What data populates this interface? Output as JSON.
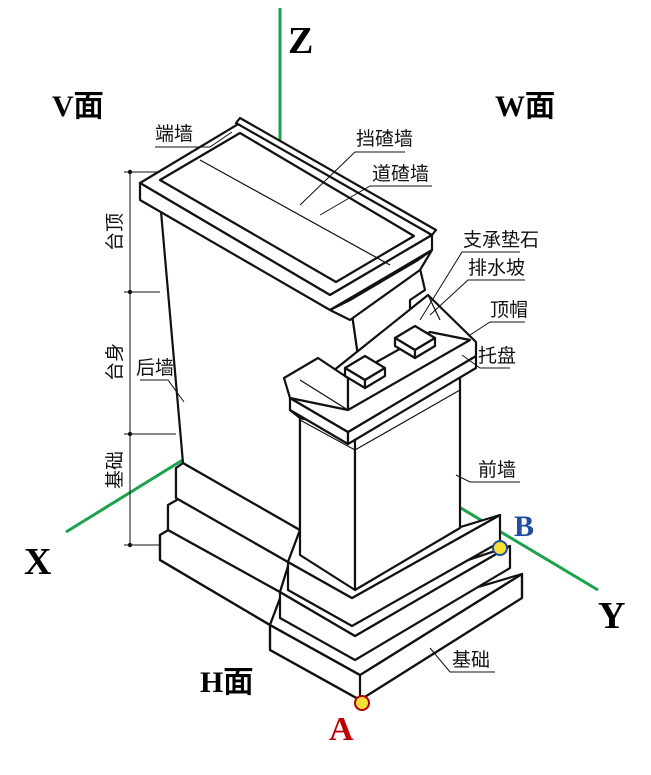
{
  "axes": {
    "z": "Z",
    "x": "X",
    "y": "Y",
    "color": "#1aa34a"
  },
  "planes": {
    "v": "V面",
    "w": "W面",
    "h": "H面"
  },
  "parts": {
    "end_wall": "端墙",
    "ballast_retaining_wall": "挡碴墙",
    "ballast_wall": "道碴墙",
    "bearing_pad": "支承垫石",
    "drainage_slope": "排水坡",
    "top_cap": "顶帽",
    "corbel": "托盘",
    "front_wall": "前墙",
    "back_wall": "后墙",
    "foundation": "基础"
  },
  "dimension_labels": {
    "abutment_top": "台顶",
    "abutment_body": "台身",
    "foundation": "基础"
  },
  "points": {
    "a": {
      "label": "A",
      "color": "#c00000",
      "fill": "#f5e03a"
    },
    "b": {
      "label": "B",
      "color": "#1f4e9c",
      "fill": "#f5e03a"
    }
  }
}
